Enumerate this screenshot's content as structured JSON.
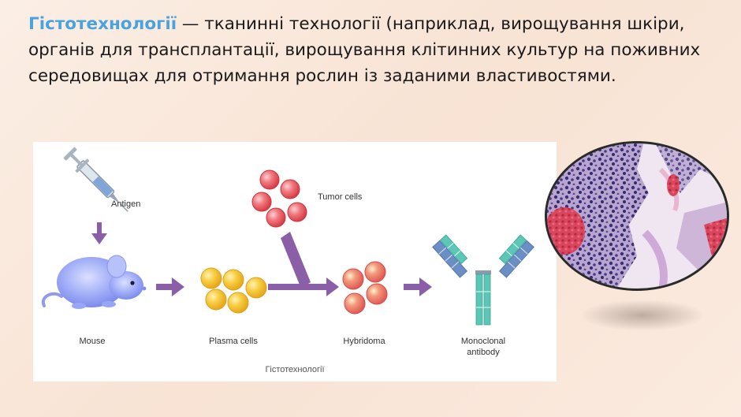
{
  "slide": {
    "term": "Гістотехнології",
    "definition": " — тканинні технології (наприклад, вирощування шкіри, органів для трансплантації, вирощування клітинних культур на поживних середовищах для отримання рослин із заданими властивостями."
  },
  "diagram": {
    "labels": {
      "antigen": "Antigen",
      "tumor_cells": "Tumor cells",
      "mouse": "Mouse",
      "plasma_cells": "Plasma cells",
      "hybridoma": "Hybridoma",
      "monoclonal_line1": "Monoclonal",
      "monoclonal_line2": "antibody"
    },
    "caption": "Гістотехнології"
  },
  "colors": {
    "term": "#4aa3dc",
    "arrow": "#8a5fa8",
    "tumor_cell": "#e5585f",
    "plasma_cell": "#f2c230",
    "mouse": "#7f8ff0",
    "antibody_green": "#5cc7b6",
    "antibody_blue": "#6b8fc4"
  }
}
